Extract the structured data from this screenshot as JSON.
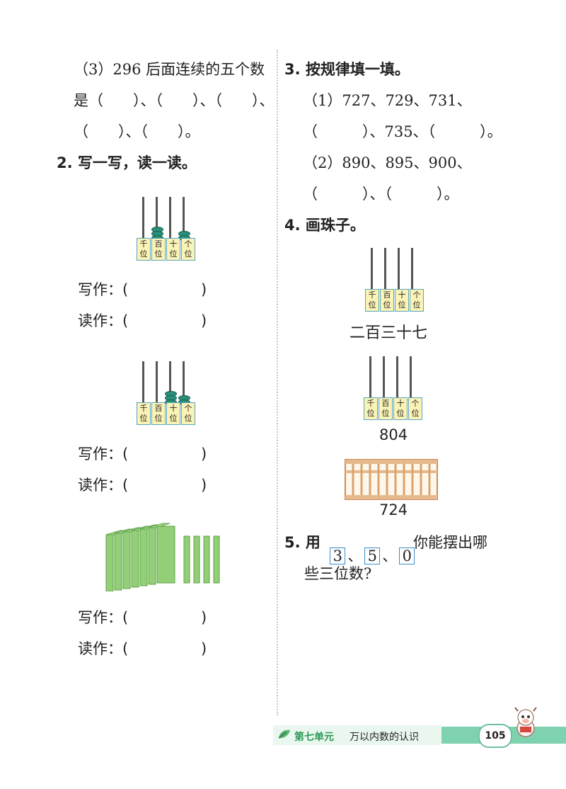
{
  "left": {
    "q3_part3": {
      "line1": "（3）296 后面连续的五个数",
      "line2": "是（　　）、（　　）、（　　）、",
      "line3": "（　　）、（　　）。"
    },
    "q2_title": "2. 写一写，读一读。",
    "abacus_labels": [
      [
        "千",
        "位"
      ],
      [
        "百",
        "位"
      ],
      [
        "十",
        "位"
      ],
      [
        "个",
        "位"
      ]
    ],
    "write_label": "写作：(",
    "read_label": "读作：(",
    "close_paren": ")"
  },
  "right": {
    "q3_title": "3. 按规律填一填。",
    "q3_1_line1": "（1）727、729、731、",
    "q3_1_line2": "（　　　）、735、（　　　）。",
    "q3_2_line1": "（2）890、895、900、",
    "q3_2_line2": "（　　　）、（　　　）。",
    "q4_title": "4. 画珠子。",
    "num_chinese": "二百三十七",
    "num_804": "804",
    "num_724": "724",
    "q5_prefix": "5. 用",
    "q5_digits": [
      "3",
      "5",
      "0"
    ],
    "q5_sep": "、",
    "q5_suffix": "你能摆出哪",
    "q5_line2": "些三位数?"
  },
  "footer": {
    "unit": "第七单元",
    "title": "万以内数的认识",
    "page": "105"
  },
  "colors": {
    "footer_green": "#7fd2b0",
    "bead_green": "#2a8f78",
    "label_yellow": "#fbf3b6",
    "block_green": "#93cf76",
    "frame_wood": "#e6b98d"
  }
}
